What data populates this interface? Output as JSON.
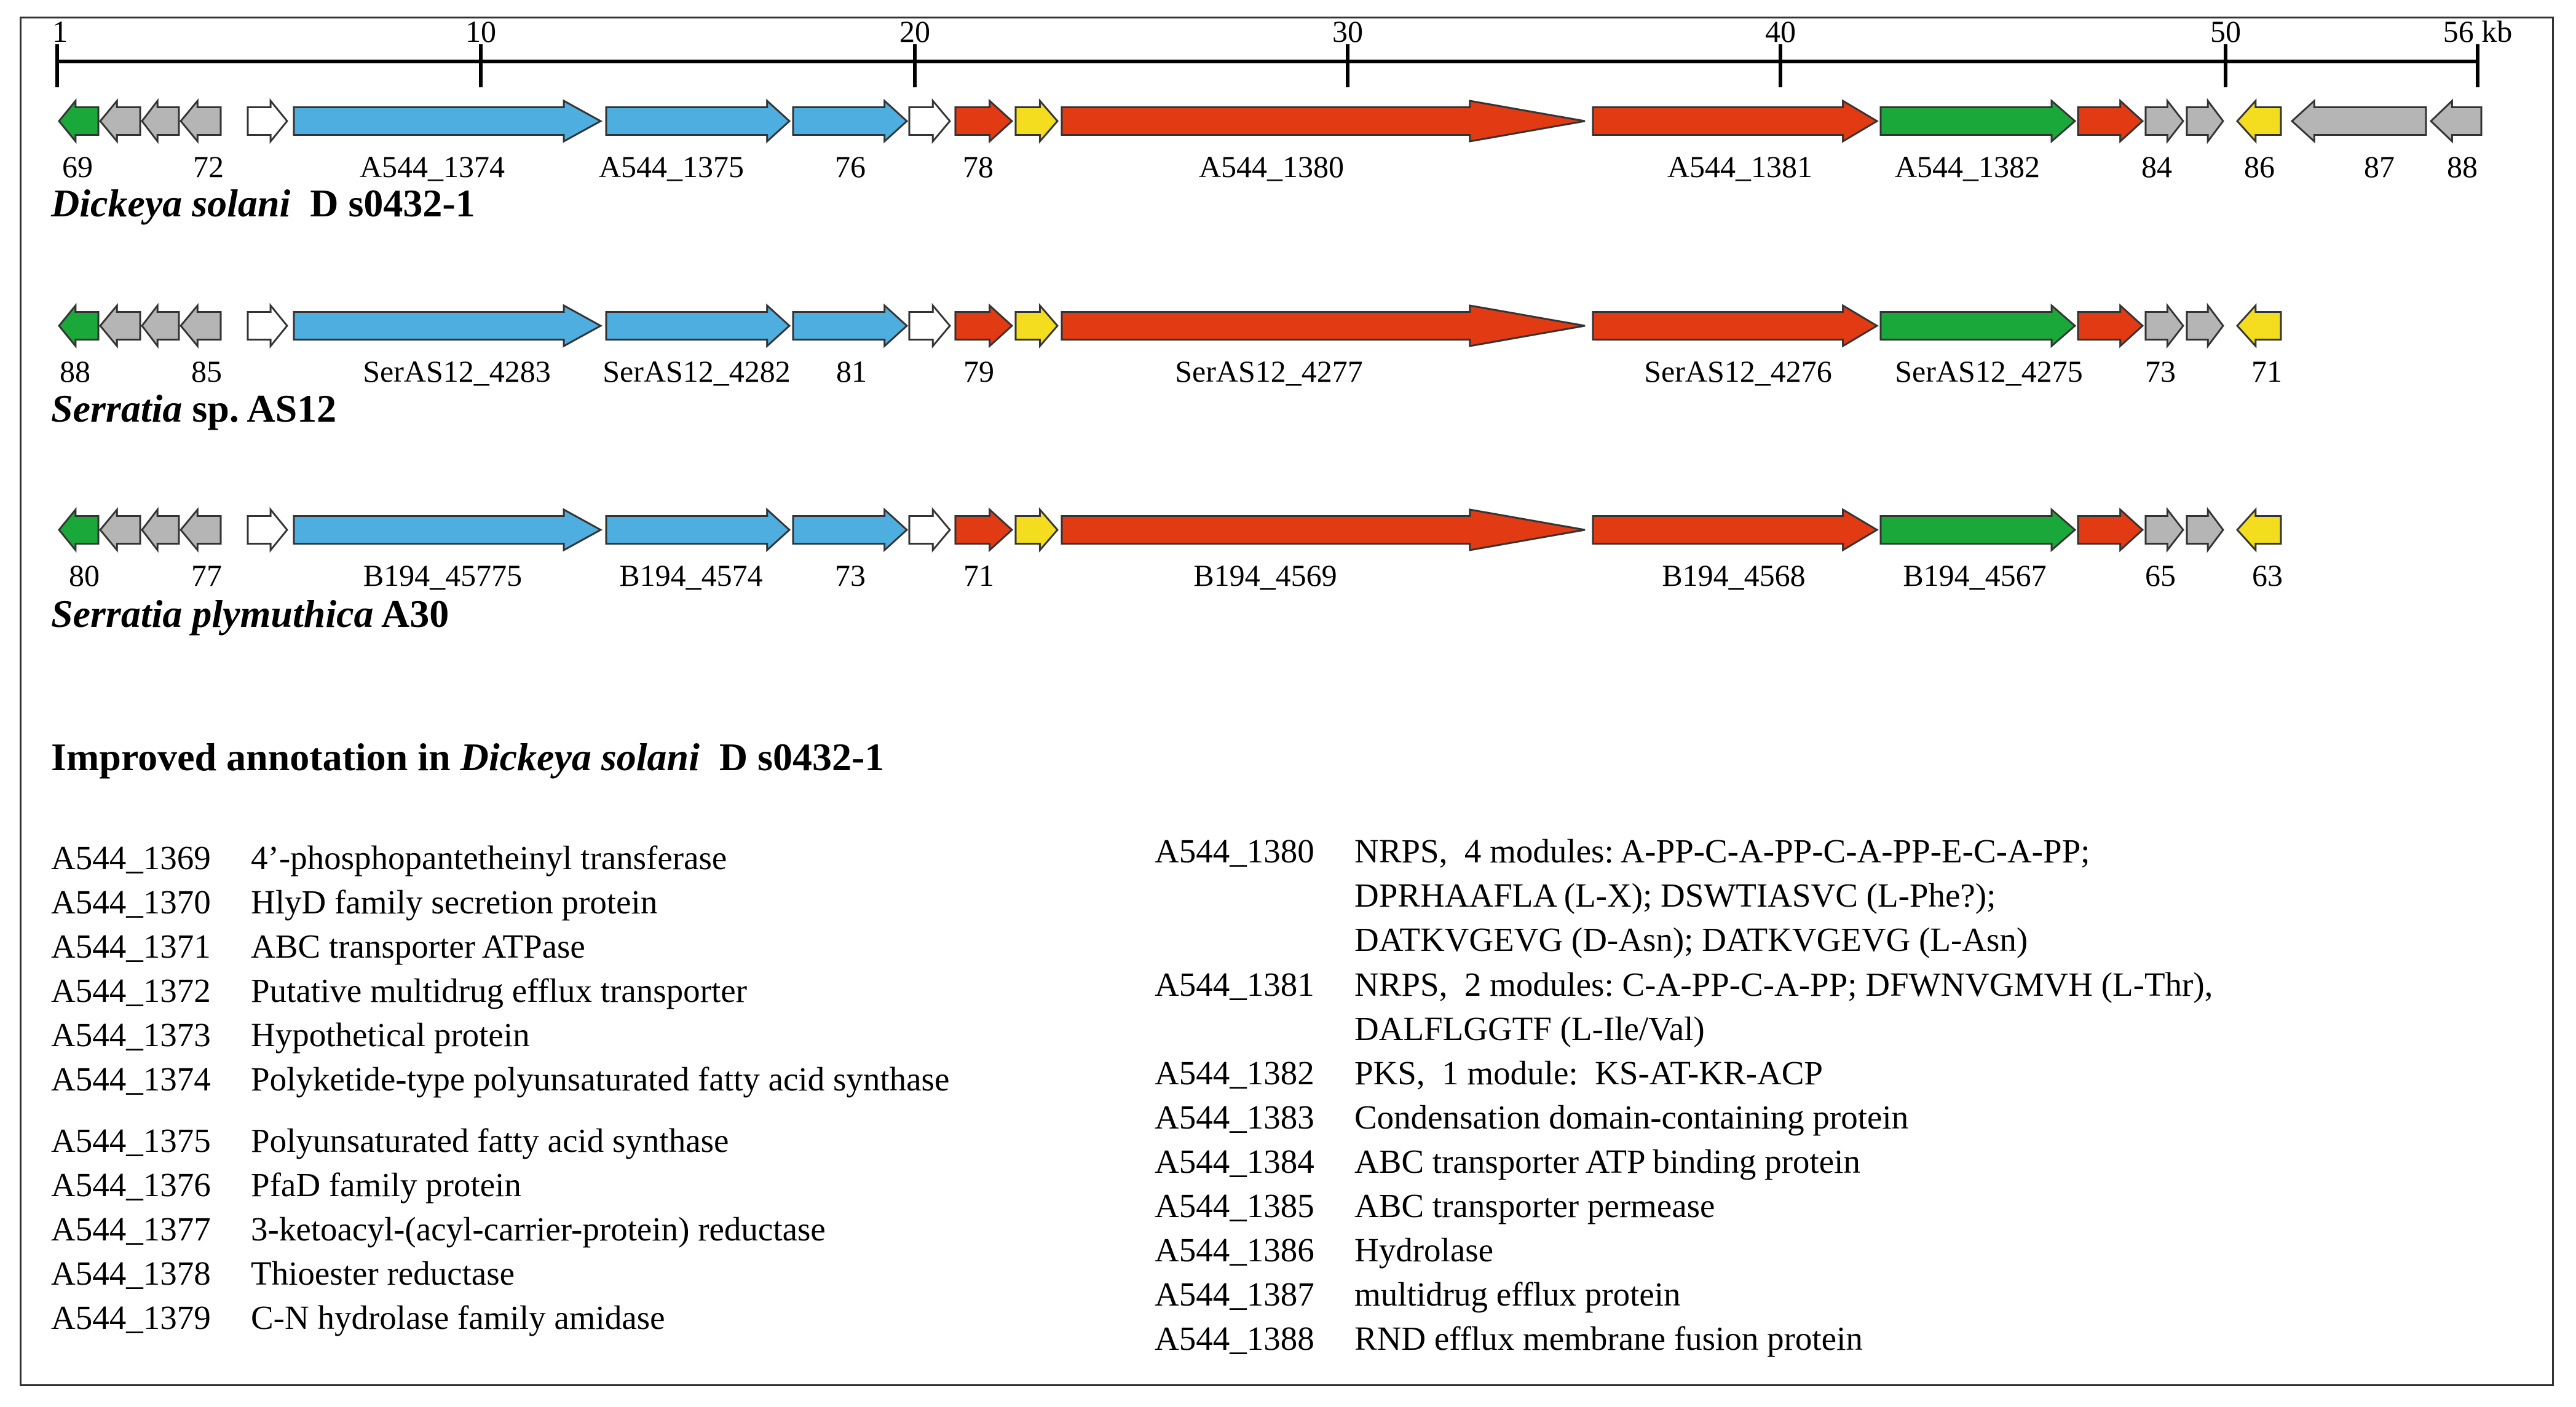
{
  "scale": {
    "tick_labels": [
      "1",
      "10",
      "20",
      "30",
      "40",
      "50",
      "56 kb"
    ]
  },
  "tracks": [
    {
      "species_italic": "Dickeya solani",
      "species_rest": "  D s0432-1",
      "genes": [
        {
          "type": "green",
          "dir": "L"
        },
        {
          "type": "grey",
          "dir": "L"
        },
        {
          "type": "grey",
          "dir": "L"
        },
        {
          "type": "grey",
          "dir": "L"
        },
        {
          "type": "white",
          "dir": "R"
        },
        {
          "type": "blue",
          "dir": "R"
        },
        {
          "type": "blue",
          "dir": "R"
        },
        {
          "type": "blue",
          "dir": "R"
        },
        {
          "type": "white",
          "dir": "R"
        },
        {
          "type": "red",
          "dir": "R"
        },
        {
          "type": "yellow",
          "dir": "R"
        },
        {
          "type": "red",
          "dir": "R"
        },
        {
          "type": "red",
          "dir": "R"
        },
        {
          "type": "green",
          "dir": "R"
        },
        {
          "type": "red",
          "dir": "R"
        },
        {
          "type": "grey",
          "dir": "R"
        },
        {
          "type": "grey",
          "dir": "R"
        },
        {
          "type": "yellow",
          "dir": "L"
        },
        {
          "type": "grey",
          "dir": "L"
        },
        {
          "type": "grey",
          "dir": "L"
        }
      ],
      "labels": [
        "69",
        "72",
        "A544_1374",
        "A544_1375",
        "76",
        "78",
        "A544_1380",
        "A544_1381",
        "A544_1382",
        "84",
        "86",
        "87",
        "88"
      ]
    },
    {
      "species_italic": "Serratia",
      "species_rest": " sp. AS12",
      "genes": [
        {
          "type": "green",
          "dir": "L"
        },
        {
          "type": "grey",
          "dir": "L"
        },
        {
          "type": "grey",
          "dir": "L"
        },
        {
          "type": "grey",
          "dir": "L"
        },
        {
          "type": "white",
          "dir": "R"
        },
        {
          "type": "blue",
          "dir": "R"
        },
        {
          "type": "blue",
          "dir": "R"
        },
        {
          "type": "blue",
          "dir": "R"
        },
        {
          "type": "white",
          "dir": "R"
        },
        {
          "type": "red",
          "dir": "R"
        },
        {
          "type": "yellow",
          "dir": "R"
        },
        {
          "type": "red",
          "dir": "R"
        },
        {
          "type": "red",
          "dir": "R"
        },
        {
          "type": "green",
          "dir": "R"
        },
        {
          "type": "red",
          "dir": "R"
        },
        {
          "type": "grey",
          "dir": "R"
        },
        {
          "type": "grey",
          "dir": "R"
        },
        {
          "type": "yellow",
          "dir": "L"
        }
      ],
      "labels": [
        "88",
        "85",
        "SerAS12_4283",
        "SerAS12_4282",
        "81",
        "79",
        "SerAS12_4277",
        "SerAS12_4276",
        "SerAS12_4275",
        "73",
        "71"
      ]
    },
    {
      "species_italic": "Serratia plymuthica",
      "species_rest": " A30",
      "genes": [
        {
          "type": "green",
          "dir": "L"
        },
        {
          "type": "grey",
          "dir": "L"
        },
        {
          "type": "grey",
          "dir": "L"
        },
        {
          "type": "grey",
          "dir": "L"
        },
        {
          "type": "white",
          "dir": "R"
        },
        {
          "type": "blue",
          "dir": "R"
        },
        {
          "type": "blue",
          "dir": "R"
        },
        {
          "type": "blue",
          "dir": "R"
        },
        {
          "type": "white",
          "dir": "R"
        },
        {
          "type": "red",
          "dir": "R"
        },
        {
          "type": "yellow",
          "dir": "R"
        },
        {
          "type": "red",
          "dir": "R"
        },
        {
          "type": "red",
          "dir": "R"
        },
        {
          "type": "green",
          "dir": "R"
        },
        {
          "type": "red",
          "dir": "R"
        },
        {
          "type": "grey",
          "dir": "R"
        },
        {
          "type": "grey",
          "dir": "R"
        },
        {
          "type": "yellow",
          "dir": "L"
        }
      ],
      "labels": [
        "80",
        "77",
        "B194_45775",
        "B194_4574",
        "73",
        "71",
        "B194_4569",
        "B194_4568",
        "B194_4567",
        "65",
        "63"
      ]
    }
  ],
  "colors": {
    "green": "#1aa83a",
    "grey": "#b5b5b5",
    "white": "#ffffff",
    "blue": "#4faee0",
    "red": "#e23a12",
    "yellow": "#f4dc1e",
    "outline": "#333333"
  },
  "annotation": {
    "title_prefix": "Improved annotation in ",
    "title_italic": "Dickeya solani",
    "title_suffix": "  D s0432-1",
    "left": [
      {
        "id": "A544_1369",
        "desc": "4’-phosphopantetheinyl transferase"
      },
      {
        "id": "A544_1370",
        "desc": "HlyD family secretion protein"
      },
      {
        "id": "A544_1371",
        "desc": "ABC transporter ATPase"
      },
      {
        "id": "A544_1372",
        "desc": "Putative multidrug efflux transporter"
      },
      {
        "id": "A544_1373",
        "desc": "Hypothetical protein"
      },
      {
        "id": "A544_1374",
        "desc": "Polyketide-type polyunsaturated fatty acid synthase"
      },
      {
        "id": "A544_1375",
        "desc": "Polyunsaturated fatty acid synthase"
      },
      {
        "id": "A544_1376",
        "desc": "PfaD family protein"
      },
      {
        "id": "A544_1377",
        "desc": "3-ketoacyl-(acyl-carrier-protein) reductase"
      },
      {
        "id": "A544_1378",
        "desc": "Thioester reductase"
      },
      {
        "id": "A544_1379",
        "desc": "C-N hydrolase family amidase"
      }
    ],
    "right": [
      {
        "id": "A544_1380",
        "desc": "NRPS,  4 modules: A-PP-C-A-PP-C-A-PP-E-C-A-PP;"
      },
      {
        "id": "",
        "desc": "DPRHAAFLA (L-X); DSWTIASVC (L-Phe?);"
      },
      {
        "id": "",
        "desc": "DATKVGEVG (D-Asn); DATKVGEVG (L-Asn)"
      },
      {
        "id": "A544_1381",
        "desc": "NRPS,  2 modules: C-A-PP-C-A-PP; DFWNVGMVH (L-Thr),"
      },
      {
        "id": "",
        "desc": "DALFLGGTF (L-Ile/Val)"
      },
      {
        "id": "A544_1382",
        "desc": "PKS,  1 module:  KS-AT-KR-ACP"
      },
      {
        "id": "A544_1383",
        "desc": "Condensation domain-containing protein"
      },
      {
        "id": "A544_1384",
        "desc": "ABC transporter ATP binding protein"
      },
      {
        "id": "A544_1385",
        "desc": "ABC transporter permease"
      },
      {
        "id": "A544_1386",
        "desc": "Hydrolase"
      },
      {
        "id": "A544_1387",
        "desc": "multidrug efflux protein"
      },
      {
        "id": "A544_1388",
        "desc": "RND efflux membrane fusion protein"
      }
    ]
  }
}
